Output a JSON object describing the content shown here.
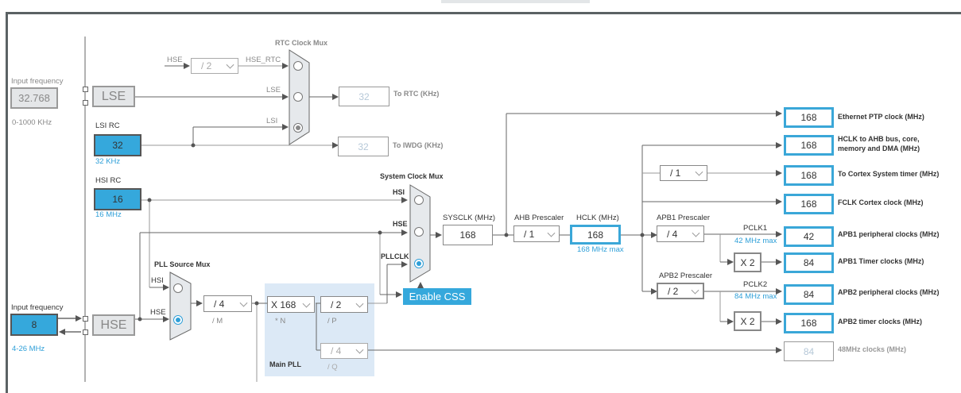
{
  "lse": {
    "input_label": "Input frequency",
    "input_value": "32.768",
    "range": "0-1000 KHz",
    "block_label": "LSE"
  },
  "lsi": {
    "title": "LSI RC",
    "value": "32",
    "unit": "32 KHz"
  },
  "hsi": {
    "title": "HSI RC",
    "value": "16",
    "unit": "16 MHz"
  },
  "hse": {
    "input_label": "Input frequency",
    "input_value": "8",
    "range": "4-26 MHz",
    "block_label": "HSE"
  },
  "rtc_mux": {
    "title": "RTC Clock Mux",
    "hse_label": "HSE",
    "hse_div": "/ 2",
    "inputs": [
      "HSE_RTC",
      "LSE",
      "LSI"
    ],
    "selected": "LSI",
    "rtc_out_value": "32",
    "rtc_out_label": "To RTC (KHz)",
    "iwdg_out_value": "32",
    "iwdg_out_label": "To IWDG (KHz)"
  },
  "pll_source_mux": {
    "title": "PLL Source Mux",
    "inputs": [
      "HSI",
      "HSE"
    ],
    "selected": "HSE",
    "m_div": "/ 4",
    "m_label": "/ M"
  },
  "main_pll": {
    "title": "Main PLL",
    "n_mul": "X 168",
    "n_label": "* N",
    "p_div": "/ 2",
    "p_label": "/ P",
    "q_div": "/ 4",
    "q_label": "/ Q"
  },
  "system_clock_mux": {
    "title": "System Clock Mux",
    "inputs": [
      "HSI",
      "HSE",
      "PLLCLK"
    ],
    "selected": "PLLCLK",
    "enable_css": "Enable CSS"
  },
  "sysclk": {
    "label": "SYSCLK (MHz)",
    "value": "168"
  },
  "ahb": {
    "label": "AHB Prescaler",
    "value": "/ 1"
  },
  "hclk": {
    "label": "HCLK (MHz)",
    "value": "168",
    "max": "168 MHz max"
  },
  "cortex_div": {
    "value": "/ 1"
  },
  "apb1": {
    "label": "APB1 Prescaler",
    "value": "/ 4",
    "pclk_label": "PCLK1",
    "pclk_max": "42 MHz max",
    "timer_mul": "X 2"
  },
  "apb2": {
    "label": "APB2 Prescaler",
    "value": "/ 2",
    "pclk_label": "PCLK2",
    "pclk_max": "84 MHz max",
    "timer_mul": "X 2"
  },
  "outputs": [
    {
      "value": "168",
      "label": "Ethernet PTP clock (MHz)"
    },
    {
      "value": "168",
      "label": "HCLK to AHB bus, core,",
      "label2": "memory and DMA (MHz)"
    },
    {
      "value": "168",
      "label": "To Cortex System timer (MHz)"
    },
    {
      "value": "168",
      "label": "FCLK Cortex clock (MHz)"
    },
    {
      "value": "42",
      "label": "APB1 peripheral clocks (MHz)"
    },
    {
      "value": "84",
      "label": "APB1 Timer clocks (MHz)"
    },
    {
      "value": "84",
      "label": "APB2 peripheral clocks (MHz)"
    },
    {
      "value": "168",
      "label": "APB2 timer clocks (MHz)"
    },
    {
      "value": "84",
      "label": "48MHz clocks (MHz)"
    }
  ],
  "colors": {
    "accent": "#35a8dc",
    "pll_bg": "#dce9f6",
    "wire": "#666666"
  }
}
